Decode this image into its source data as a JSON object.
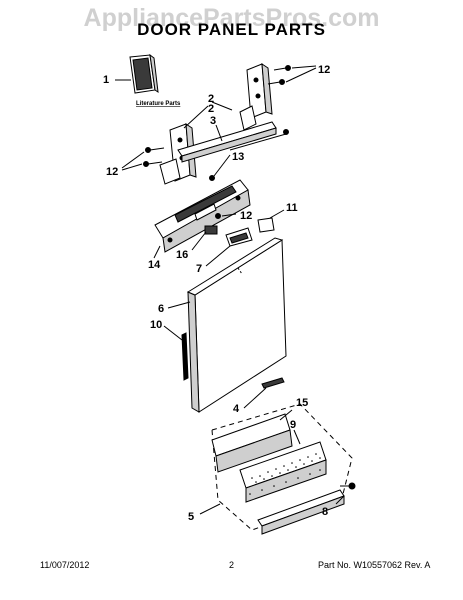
{
  "watermark": "AppliancePartsPros.com",
  "title": "DOOR PANEL PARTS",
  "literature_label": "Literature Parts",
  "callouts": {
    "c1": "1",
    "c2a": "2",
    "c2b": "2",
    "c3": "3",
    "c12a": "12",
    "c12b": "12",
    "c12c": "12",
    "c13": "13",
    "c11": "11",
    "c14": "14",
    "c16": "16",
    "c7": "7",
    "c6": "6",
    "c10": "10",
    "c4": "4",
    "c15": "15",
    "c9": "9",
    "c5": "5",
    "c8": "8"
  },
  "footer": {
    "date": "11/007/2012",
    "page": "2",
    "part_no": "Part No. W10557062  Rev. A"
  },
  "colors": {
    "line": "#000000",
    "shade": "#cfcfcf",
    "dark": "#3a3a3a"
  }
}
